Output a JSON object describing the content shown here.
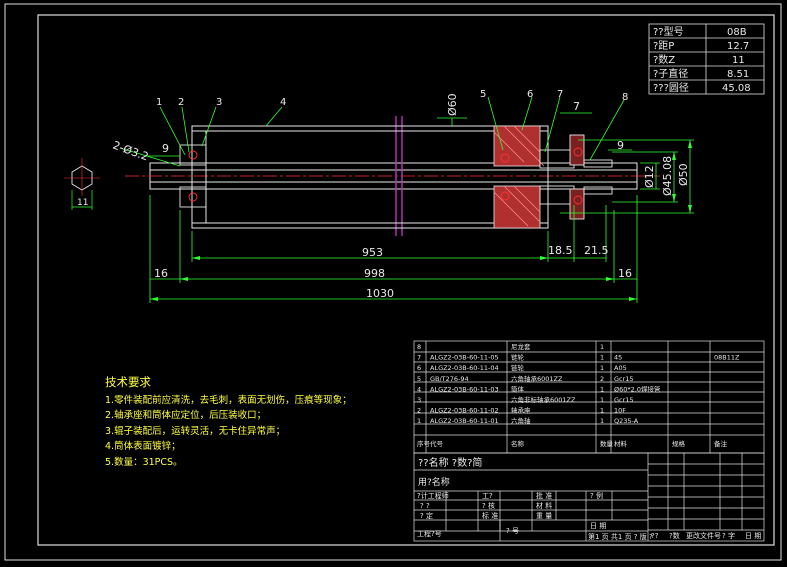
{
  "spec_table": {
    "rows": [
      {
        "label": "??型号",
        "value": "08B"
      },
      {
        "label": "?距P",
        "value": "12.7"
      },
      {
        "label": "?数Z",
        "value": "11"
      },
      {
        "label": "?子直径",
        "value": "8.51"
      },
      {
        "label": "???圆径",
        "value": "45.08"
      }
    ]
  },
  "callouts": [
    "1",
    "2",
    "3",
    "4",
    "5",
    "6",
    "7",
    "8"
  ],
  "dimensions": {
    "top_phi60": "Ø60",
    "hole": "2-Ø3.2",
    "d9_left": "9",
    "d7": "7",
    "d9_right": "9",
    "phi12": "Ø12",
    "phi4508": "Ø45.08",
    "phi50": "Ø50",
    "hex": "11",
    "d953": "953",
    "d185": "18.5",
    "d215": "21.5",
    "d16_left": "16",
    "d998": "998",
    "d16_right": "16",
    "d1030": "1030"
  },
  "tech_notes": {
    "title": "技术要求",
    "items": [
      "1.零件装配前应清洗，去毛刺，表面无划伤，压痕等现象；",
      "2.轴承座和筒体应定位，后压装收口；",
      "3.辊子装配后，运转灵活，无卡住异常声；",
      "4.筒体表面镀锌；",
      "5.数量：31PCS。"
    ]
  },
  "bom": {
    "rows": [
      {
        "no": "8",
        "code": "",
        "name": "尼龙套",
        "qty": "1",
        "material": "",
        "weight": "",
        "note": ""
      },
      {
        "no": "7",
        "code": "ALGZ2-03B-60-11-05",
        "name": "链轮",
        "qty": "1",
        "material": "45",
        "weight": "",
        "note": "08B11Z"
      },
      {
        "no": "6",
        "code": "ALGZ2-03B-60-11-04",
        "name": "链轮",
        "qty": "1",
        "material": "A05",
        "weight": "",
        "note": ""
      },
      {
        "no": "5",
        "code": "GB/T276-94",
        "name": "六角轴承6001ZZ",
        "qty": "2",
        "material": "Gcr15",
        "weight": "",
        "note": ""
      },
      {
        "no": "4",
        "code": "ALGZ2-03B-60-11-03",
        "name": "筒体",
        "qty": "1",
        "material": "Ø60*2.0焊接管",
        "weight": "",
        "note": ""
      },
      {
        "no": "3",
        "code": "",
        "name": "六角非标轴承6001ZZ",
        "qty": "1",
        "material": "Gcr15",
        "weight": "",
        "note": ""
      },
      {
        "no": "2",
        "code": "ALGZ2-03B-60-11-02",
        "name": "轴承座",
        "qty": "1",
        "material": "10F",
        "weight": "",
        "note": ""
      },
      {
        "no": "1",
        "code": "ALGZ2-03B-60-11-01",
        "name": "六角轴",
        "qty": "1",
        "material": "Q235-A",
        "weight": "",
        "note": ""
      }
    ],
    "header": {
      "no": "序号",
      "code": "代号",
      "name": "名称",
      "qty": "数量",
      "material": "材料",
      "weight": "规格",
      "note": "备注"
    }
  },
  "title_block": {
    "part_name": "??名称 ?数?简",
    "unit": "用?名称",
    "designer": "?计工程师",
    "r1": "?  ?",
    "r2": "?  定",
    "drawn": "工?",
    "checked": "?  核",
    "approved": "批  准",
    "standard": "标  准",
    "material": "材  料",
    "weight": "重  量",
    "date": "日  期",
    "scale": "? 例",
    "contract": "工程?号",
    "sheet_no": "? 号",
    "sheet_info": "第1 页 共1 页 ? 版 ?",
    "rev_header": [
      "??",
      "?数",
      "更改文件号",
      "? 字",
      "日 期"
    ]
  }
}
